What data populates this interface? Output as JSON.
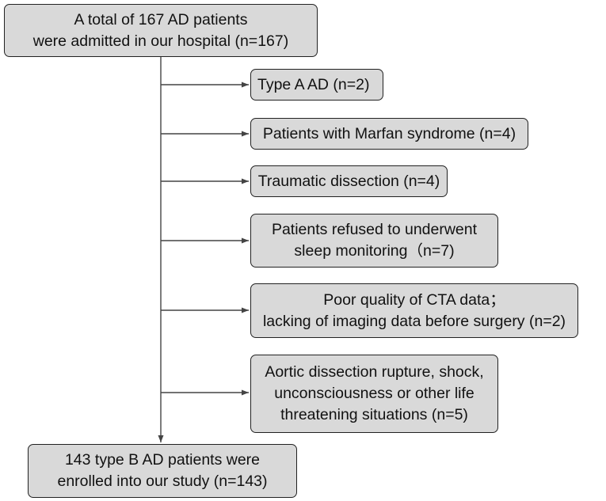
{
  "flowchart": {
    "start": {
      "lines": [
        "A total of 167 AD patients",
        "were admitted in our hospital (n=167)"
      ]
    },
    "exclusions": [
      {
        "lines": [
          "Type A AD (n=2)"
        ]
      },
      {
        "lines": [
          "Patients with Marfan syndrome (n=4)"
        ]
      },
      {
        "lines": [
          "Traumatic dissection (n=4)"
        ]
      },
      {
        "lines": [
          "Patients refused to underwent",
          "sleep monitoring（n=7)"
        ]
      },
      {
        "lines": [
          "Poor quality of CTA data；",
          "lacking of imaging data before surgery (n=2)"
        ]
      },
      {
        "lines": [
          "Aortic dissection rupture, shock,",
          "unconsciousness or other life",
          "threatening situations (n=5)"
        ]
      }
    ],
    "end": {
      "lines": [
        "143 type B AD patients were",
        "enrolled into our study (n=143)"
      ]
    }
  },
  "colors": {
    "box_fill": "#d9d9d9",
    "box_border": "#222222",
    "connector": "#444444"
  }
}
